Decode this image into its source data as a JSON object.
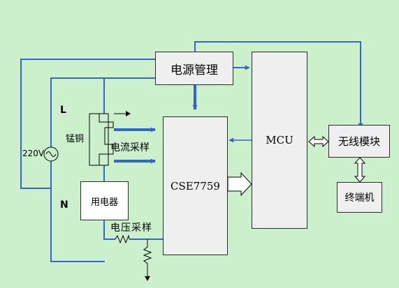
{
  "blocks": {
    "power": "电源管理",
    "cse": "CSE7759",
    "mcu": "MCU",
    "wireless": "无线模块",
    "terminal": "终端机",
    "appliance": "用电器"
  },
  "labels": {
    "line_l": "L",
    "line_n": "N",
    "voltage": "220V",
    "shunt": "锰铜",
    "current_sampling": "电流采样",
    "voltage_sampling": "电压采样"
  },
  "colors": {
    "background": "#ccf0cc",
    "wire_blue": "#3366cc",
    "box_fill": "#efefef",
    "box_border": "#2b2b2b"
  }
}
